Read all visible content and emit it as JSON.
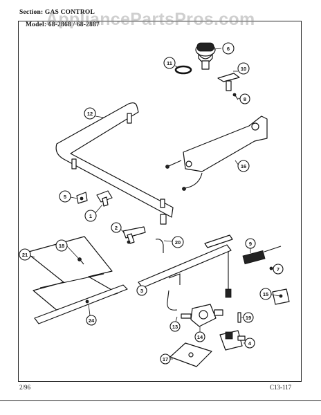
{
  "header": {
    "section": "Section: GAS CONTROL",
    "model": "Model: 68-2868 / 68-2887"
  },
  "watermark": "AppliancePartsPros.com",
  "footer": {
    "date": "2/96",
    "code": "C13-117"
  },
  "callouts": [
    "1",
    "2",
    "3",
    "4",
    "5",
    "6",
    "7",
    "8",
    "9",
    "10",
    "11",
    "12",
    "13",
    "14",
    "15",
    "16",
    "17",
    "18",
    "19",
    "20",
    "21"
  ]
}
